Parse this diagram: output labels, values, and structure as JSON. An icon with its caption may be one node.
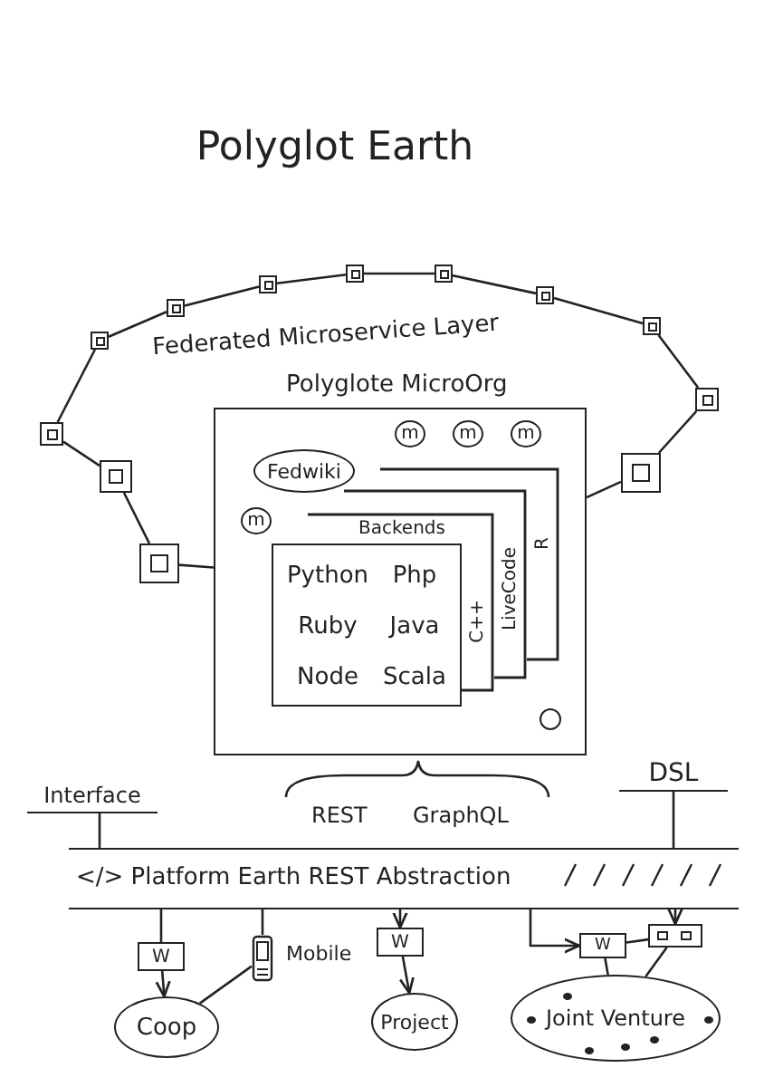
{
  "diagram": {
    "title": "Polyglot Earth",
    "nodes": [
      {
        "text": [
          "Polyglote MicroOrg"
        ]
      },
      {
        "text": [
          "Fedwiki"
        ],
        "in": 0
      },
      {
        "text": [
          "m"
        ],
        "in": 0
      },
      {
        "text": [
          "m"
        ],
        "in": 0
      },
      {
        "text": [
          "m"
        ],
        "in": 0
      },
      {
        "text": [
          "m"
        ],
        "in": 0
      },
      {
        "text": [
          "R"
        ],
        "in": 0
      },
      {
        "text": [
          "LiveCode"
        ],
        "in": 6
      },
      {
        "text": [
          "Backends",
          "C++"
        ],
        "in": 7
      },
      {
        "text": [
          "Python",
          "Php",
          "Ruby",
          "Java",
          "Node",
          "Scala"
        ],
        "in": 8
      },
      {
        "text": [],
        "shape": "circle",
        "in": 0
      },
      {
        "text": [],
        "shape": "box"
      },
      {
        "text": [],
        "shape": "box"
      },
      {
        "text": [],
        "shape": "box"
      },
      {
        "text": [],
        "shape": "box"
      },
      {
        "text": [],
        "shape": "box"
      },
      {
        "text": [],
        "shape": "box"
      },
      {
        "text": [],
        "shape": "box"
      },
      {
        "text": [],
        "shape": "box"
      },
      {
        "text": [],
        "shape": "box"
      },
      {
        "text": [],
        "shape": "box"
      },
      {
        "text": [],
        "shape": "box"
      },
      {
        "text": [],
        "shape": "box"
      },
      {
        "text": [
          "Interface"
        ]
      },
      {
        "text": [
          "DSL"
        ]
      },
      {
        "text": [
          "</> Platform Earth REST Abstraction"
        ]
      },
      {
        "text": [
          "W"
        ]
      },
      {
        "text": [],
        "shape": "phone",
        "beside": [
          "Mobile"
        ]
      },
      {
        "text": [
          "W"
        ]
      },
      {
        "text": [
          "W"
        ]
      },
      {
        "text": [],
        "shape": "box"
      },
      {
        "text": [
          "Coop"
        ]
      },
      {
        "text": [
          "Project"
        ]
      },
      {
        "text": [
          "Joint Venture"
        ]
      }
    ],
    "edges": [
      {
        "from": 22,
        "to": 20,
        "arrow": "none"
      },
      {
        "from": 20,
        "to": 19,
        "arrow": "none"
      },
      {
        "from": 19,
        "to": 11,
        "arrow": "none"
      },
      {
        "from": 11,
        "to": 12,
        "arrow": "none"
      },
      {
        "from": 12,
        "to": 13,
        "arrow": "none"
      },
      {
        "from": 13,
        "to": 14,
        "arrow": "none"
      },
      {
        "from": 14,
        "to": 15,
        "arrow": "none"
      },
      {
        "from": 15,
        "to": 16,
        "arrow": "none"
      },
      {
        "from": 16,
        "to": 17,
        "arrow": "none"
      },
      {
        "from": 17,
        "to": 18,
        "arrow": "none"
      },
      {
        "from": 18,
        "to": 21,
        "arrow": "none"
      },
      {
        "from": 21,
        "to": 0,
        "arrow": "none"
      },
      {
        "from": 22,
        "to": 0,
        "arrow": "none"
      },
      {
        "from": 23,
        "to": 25,
        "arrow": "none"
      },
      {
        "from": 24,
        "to": 25,
        "arrow": "none"
      },
      {
        "from": 25,
        "to": 26,
        "arrow": "none"
      },
      {
        "from": 26,
        "to": 31,
        "arrow": "to"
      },
      {
        "from": 25,
        "to": 27,
        "arrow": "none"
      },
      {
        "from": 27,
        "to": 31,
        "arrow": "none"
      },
      {
        "from": 25,
        "to": 28,
        "arrow": "to"
      },
      {
        "from": 28,
        "to": 32,
        "arrow": "to"
      },
      {
        "from": 25,
        "to": 29,
        "arrow": "to"
      },
      {
        "from": 29,
        "to": 30,
        "arrow": "none"
      },
      {
        "from": 25,
        "to": 30,
        "arrow": "to"
      },
      {
        "from": 29,
        "to": 33,
        "arrow": "none"
      },
      {
        "from": 30,
        "to": 33,
        "arrow": "none"
      }
    ],
    "labels": [
      "Federated Microservice Layer",
      "REST",
      "GraphQL"
    ]
  }
}
